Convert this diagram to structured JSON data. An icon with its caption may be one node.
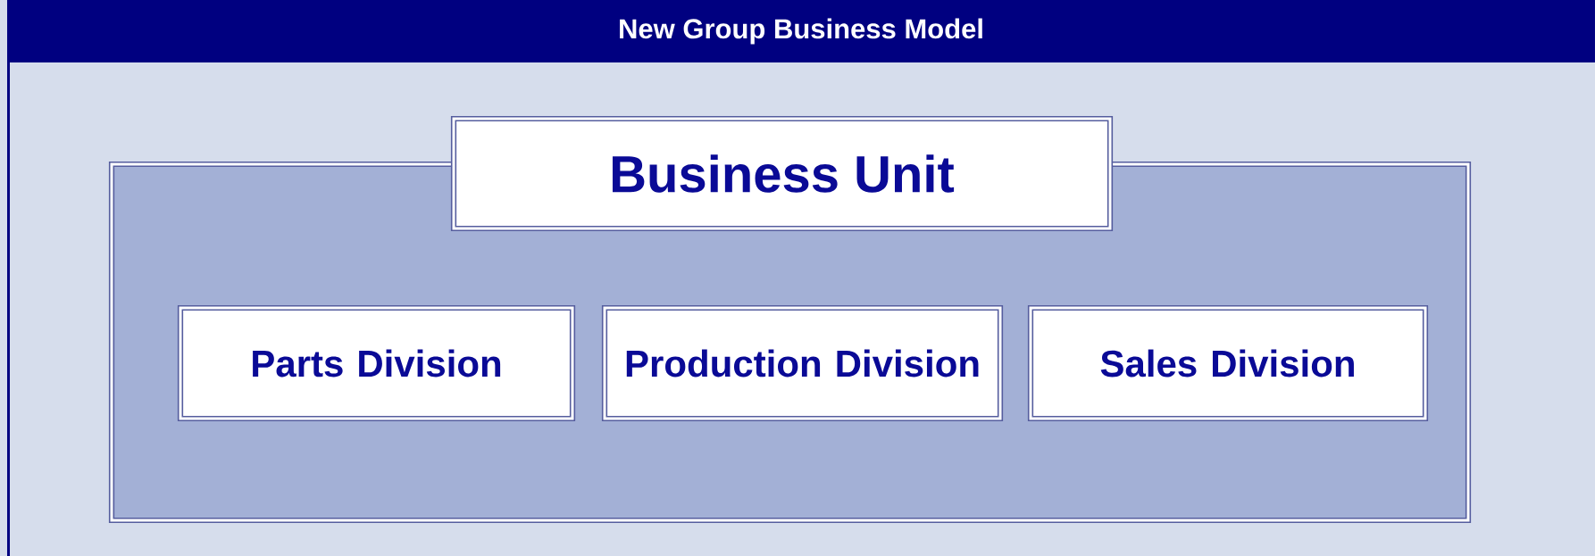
{
  "diagram": {
    "title": "New Group Business Model",
    "nodes": [
      {
        "text": [
          "Business Unit"
        ]
      },
      {
        "text": [
          "Parts Division"
        ],
        "in": 0
      },
      {
        "text": [
          "Production Division"
        ],
        "in": 0
      },
      {
        "text": [
          "Sales Division"
        ],
        "in": 0
      }
    ]
  }
}
